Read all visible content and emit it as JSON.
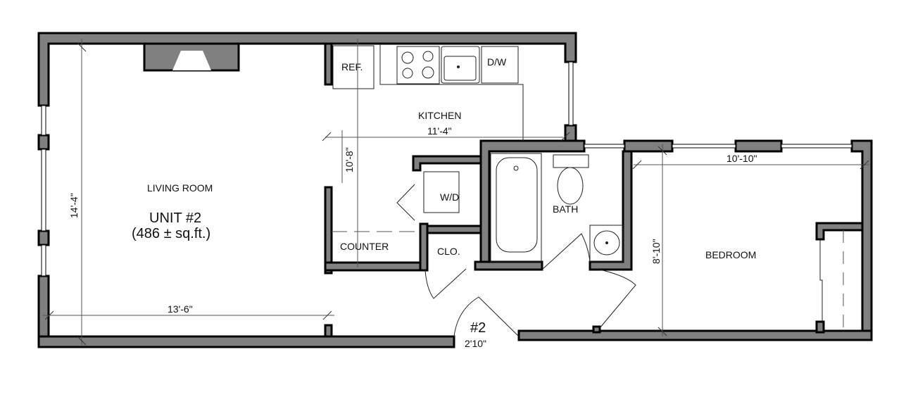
{
  "rooms": {
    "living": "LIVING ROOM",
    "kitchen": "KITCHEN",
    "bath": "BATH",
    "bedroom": "BEDROOM",
    "closet": "CLO.",
    "counter": "COUNTER"
  },
  "fixtures": {
    "refrigerator": "REF.",
    "dishwasher": "D/W",
    "washer_dryer": "W/D"
  },
  "unit": {
    "title": "UNIT #2",
    "area": "(486 ± sq.ft.)",
    "door_tag": "#2",
    "door_width": "2'10\""
  },
  "dimensions": {
    "living_width": "13'-6\"",
    "living_depth": "14'-4\"",
    "kitchen_width": "11'-4\"",
    "kitchen_depth": "10'-8\"",
    "bedroom_width": "10'-10\"",
    "bedroom_depth": "8'-10\""
  },
  "colors": {
    "wall": "#808080",
    "line": "#000000"
  }
}
